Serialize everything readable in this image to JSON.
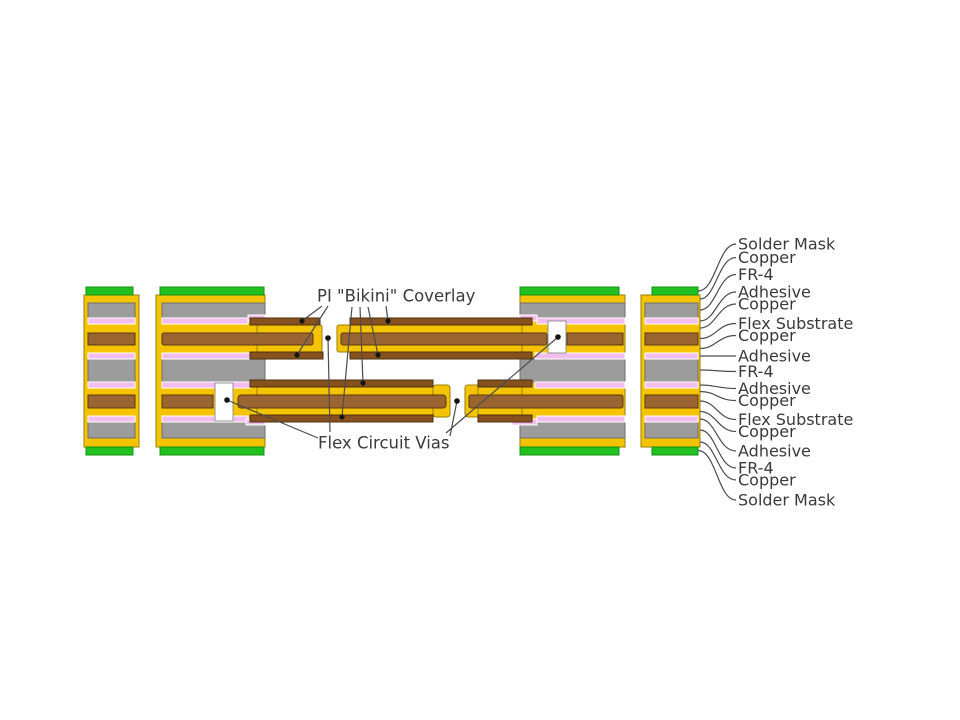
{
  "annotations": {
    "coverlay": "PI \"Bikini\" Coverlay",
    "vias": "Flex Circuit Vias"
  },
  "layer_labels": [
    "Solder Mask",
    "Copper",
    "FR-4",
    "Adhesive",
    "Copper",
    "Flex Substrate",
    "Copper",
    "Adhesive",
    "FR-4",
    "Adhesive",
    "Copper",
    "Flex Substrate",
    "Copper",
    "Adhesive",
    "FR-4",
    "Copper",
    "Solder Mask"
  ],
  "colors": {
    "copper": "#F5C400",
    "copper_outline": "#9A7E06",
    "solder_mask": "#22C122",
    "solder_mask_outline": "#129012",
    "fr4": "#9C9C9C",
    "fr4_outline": "#6E6E6E",
    "adhesive": "#F1BDEE",
    "adhesive_outline": "#FFFFFF",
    "flex_substrate": "#9B6531",
    "flex_substrate_outline": "#5B390F",
    "coverlay": "#86511F",
    "coverlay_outline": "#4E2F0B",
    "leader_line": "#4C4C4C",
    "label_text": "#3A3A3A",
    "background": "#FFFFFF"
  }
}
